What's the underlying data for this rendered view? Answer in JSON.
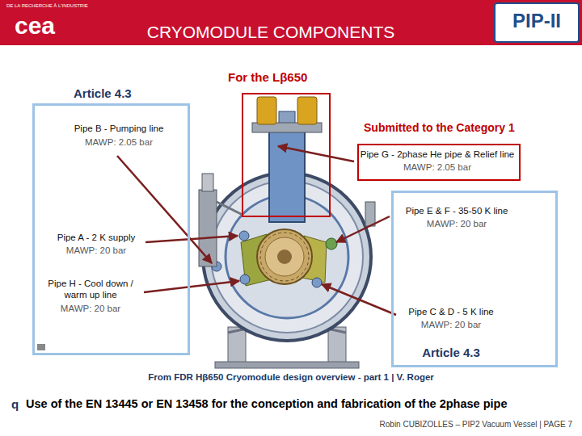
{
  "diagram": {
    "title": "CRYOMODULE COMPONENTS",
    "caption": "From FDR Hβ650 Cryomodule design overview - part 1 | V. Roger",
    "nodes": [
      {
        "text": [
          "Article 4.3",
          "Pipe B - Pumping line",
          "MAWP: 2.05 bar",
          "Pipe A - 2 K supply",
          "MAWP: 20 bar",
          "Pipe H - Cool down / warm up line",
          "MAWP: 20 bar"
        ]
      },
      {
        "text": [
          "Submitted to the Category 1",
          "Pipe G - 2phase He pipe & Relief line",
          "MAWP: 2.05 bar"
        ]
      },
      {
        "text": [
          "Pipe E & F - 35-50 K line",
          "MAWP: 20 bar",
          "Pipe C & D - 5 K line",
          "MAWP: 20 bar",
          "Article 4.3"
        ]
      }
    ],
    "edges": [],
    "labels": [
      "DE LA RECHERCHE À L'INDUSTRIE",
      "cea",
      "PIP-II",
      "For the Lβ650",
      "q",
      "Use of the EN 13445 or EN 13458 for the conception and fabrication of the 2phase pipe",
      "Robin CUBIZOLLES – PIP2 Vacuum Vessel | PAGE 7"
    ]
  }
}
